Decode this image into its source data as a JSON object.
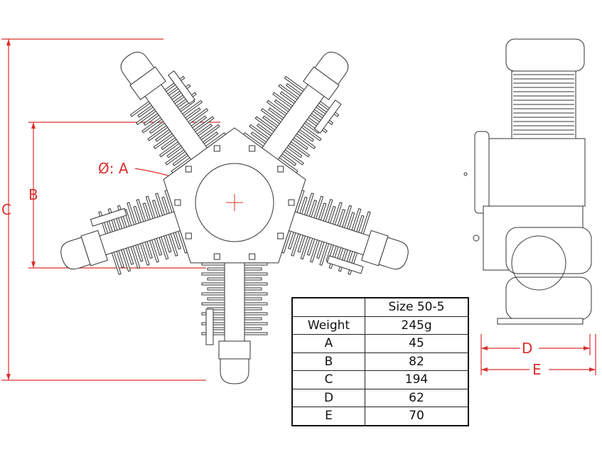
{
  "dimensions": {
    "a_label": "Ø: A",
    "b_label": "B",
    "c_label": "C",
    "d_label": "D",
    "e_label": "E"
  },
  "colors": {
    "dimension": "#d9302c",
    "line": "#333333"
  },
  "spec_table": {
    "header": [
      "",
      "Size 50-5"
    ],
    "rows": [
      {
        "label": "Weight",
        "value": "245g"
      },
      {
        "label": "A",
        "value": "45"
      },
      {
        "label": "B",
        "value": "82"
      },
      {
        "label": "C",
        "value": "194"
      },
      {
        "label": "D",
        "value": "62"
      },
      {
        "label": "E",
        "value": "70"
      }
    ]
  }
}
